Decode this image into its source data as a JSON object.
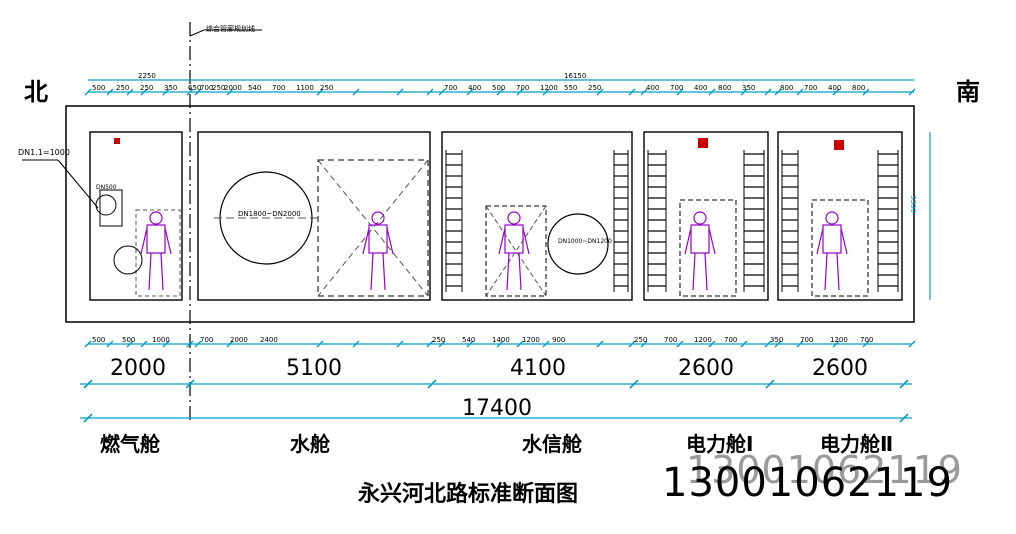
{
  "directions": {
    "north": "北",
    "south": "南"
  },
  "cabins": [
    {
      "name": "燃气舱",
      "width": "2000",
      "top_dims": [
        "500",
        "250",
        "250",
        "350",
        "650",
        "250"
      ],
      "bottom_dims": [
        "500",
        "500",
        "1000"
      ]
    },
    {
      "name": "水舱",
      "width": "5100",
      "top_dims": [
        "700",
        "2000",
        "540",
        "700",
        "1100",
        "250"
      ],
      "bottom_dims": [
        "700",
        "2000",
        "2400"
      ]
    },
    {
      "name": "水信舱",
      "width": "4100",
      "top_dims": [
        "700",
        "400",
        "500",
        "700",
        "1200",
        "550",
        "250"
      ],
      "bottom_dims": [
        "250",
        "540",
        "1400",
        "1200",
        "900"
      ]
    },
    {
      "name": "电力舱Ⅰ",
      "width": "2600",
      "top_dims": [
        "400",
        "700",
        "400",
        "800",
        "350"
      ],
      "bottom_dims": [
        "250",
        "700",
        "1200",
        "700"
      ]
    },
    {
      "name": "电力舱Ⅱ",
      "width": "2600",
      "top_dims": [
        "800",
        "700",
        "400",
        "800"
      ],
      "bottom_dims": [
        "350",
        "700",
        "1200",
        "700"
      ]
    }
  ],
  "top_overall": [
    "2250",
    "16150"
  ],
  "total_width": "17400",
  "height_dim": "3300",
  "title": "永兴河北路标准断面图",
  "phone": "13001062119",
  "phone_shadow": "13001062119",
  "side_label": "DN1.1=1000",
  "divider_note": "综合管廊规划线",
  "pipe_labels": {
    "water_main": "DN1800~DN2000",
    "water_signal": "DN1000~DN1200",
    "gas": "DN500"
  },
  "colors": {
    "outline": "#000000",
    "dimension": "#00a0c8",
    "accent": "#0000cc",
    "worker": "#9900cc",
    "equipment": "#cc0000"
  }
}
